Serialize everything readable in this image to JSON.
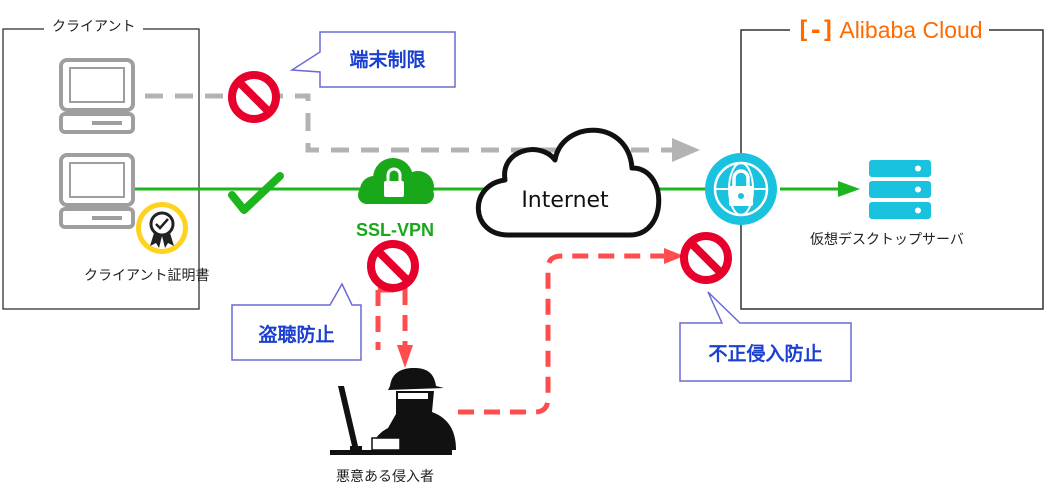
{
  "client_group": {
    "label": "クライアント"
  },
  "cloud_group": {
    "brand": "Alibaba Cloud",
    "brand_color": "#ff6a00"
  },
  "cert": {
    "label": "クライアント証明書"
  },
  "server": {
    "label": "仮想デスクトップサーバ"
  },
  "internet": {
    "label": "Internet"
  },
  "vpn": {
    "label": "SSL-VPN",
    "color": "#19a81a"
  },
  "callouts": {
    "device_restriction": "端末制限",
    "eavesdrop_prevention": "盗聴防止",
    "intrusion_prevention": "不正侵入防止"
  },
  "attacker": {
    "label": "悪意ある侵入者"
  },
  "colors": {
    "allowed": "#1db51d",
    "blocked": "#b3b3b3",
    "attack": "#ff4d4d",
    "callout_text": "#1a3fd1",
    "secure": "#19c2de"
  },
  "icons": [
    "laptop-icon",
    "certificate-badge-icon",
    "cloud-lock-icon",
    "cloud-icon",
    "globe-lock-icon",
    "server-icon",
    "no-entry-icon",
    "hacker-icon",
    "check-icon"
  ]
}
